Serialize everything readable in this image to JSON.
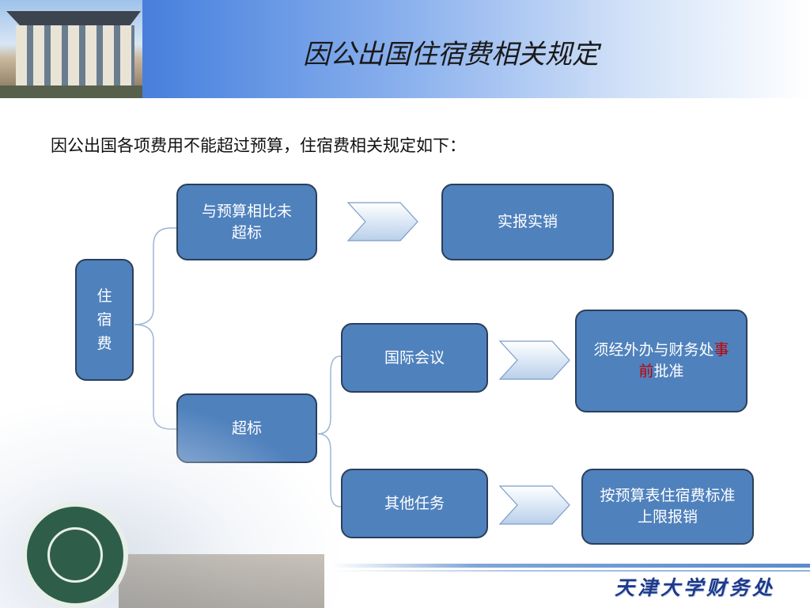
{
  "header": {
    "title": "因公出国住宿费相关规定"
  },
  "intro": "因公出国各项费用不能超过预算，住宿费相关规定如下：",
  "diagram": {
    "root": "住宿费",
    "branch_within": {
      "label": "与预算相比未超标",
      "result": "实报实销"
    },
    "branch_over": {
      "label": "超标",
      "meeting": {
        "label": "国际会议",
        "result_prefix": "须经外办与财务处",
        "result_highlight": "事前",
        "result_suffix": "批准"
      },
      "other": {
        "label": "其他任务",
        "result": "按预算表住宿费标准上限报销"
      }
    },
    "node_fill": "#4f81bd",
    "node_border": "#2b3f5a",
    "highlight_color": "#c00000",
    "arrow_icon": "chevron-right-icon"
  },
  "footer": {
    "text": "天津大学财务处"
  }
}
